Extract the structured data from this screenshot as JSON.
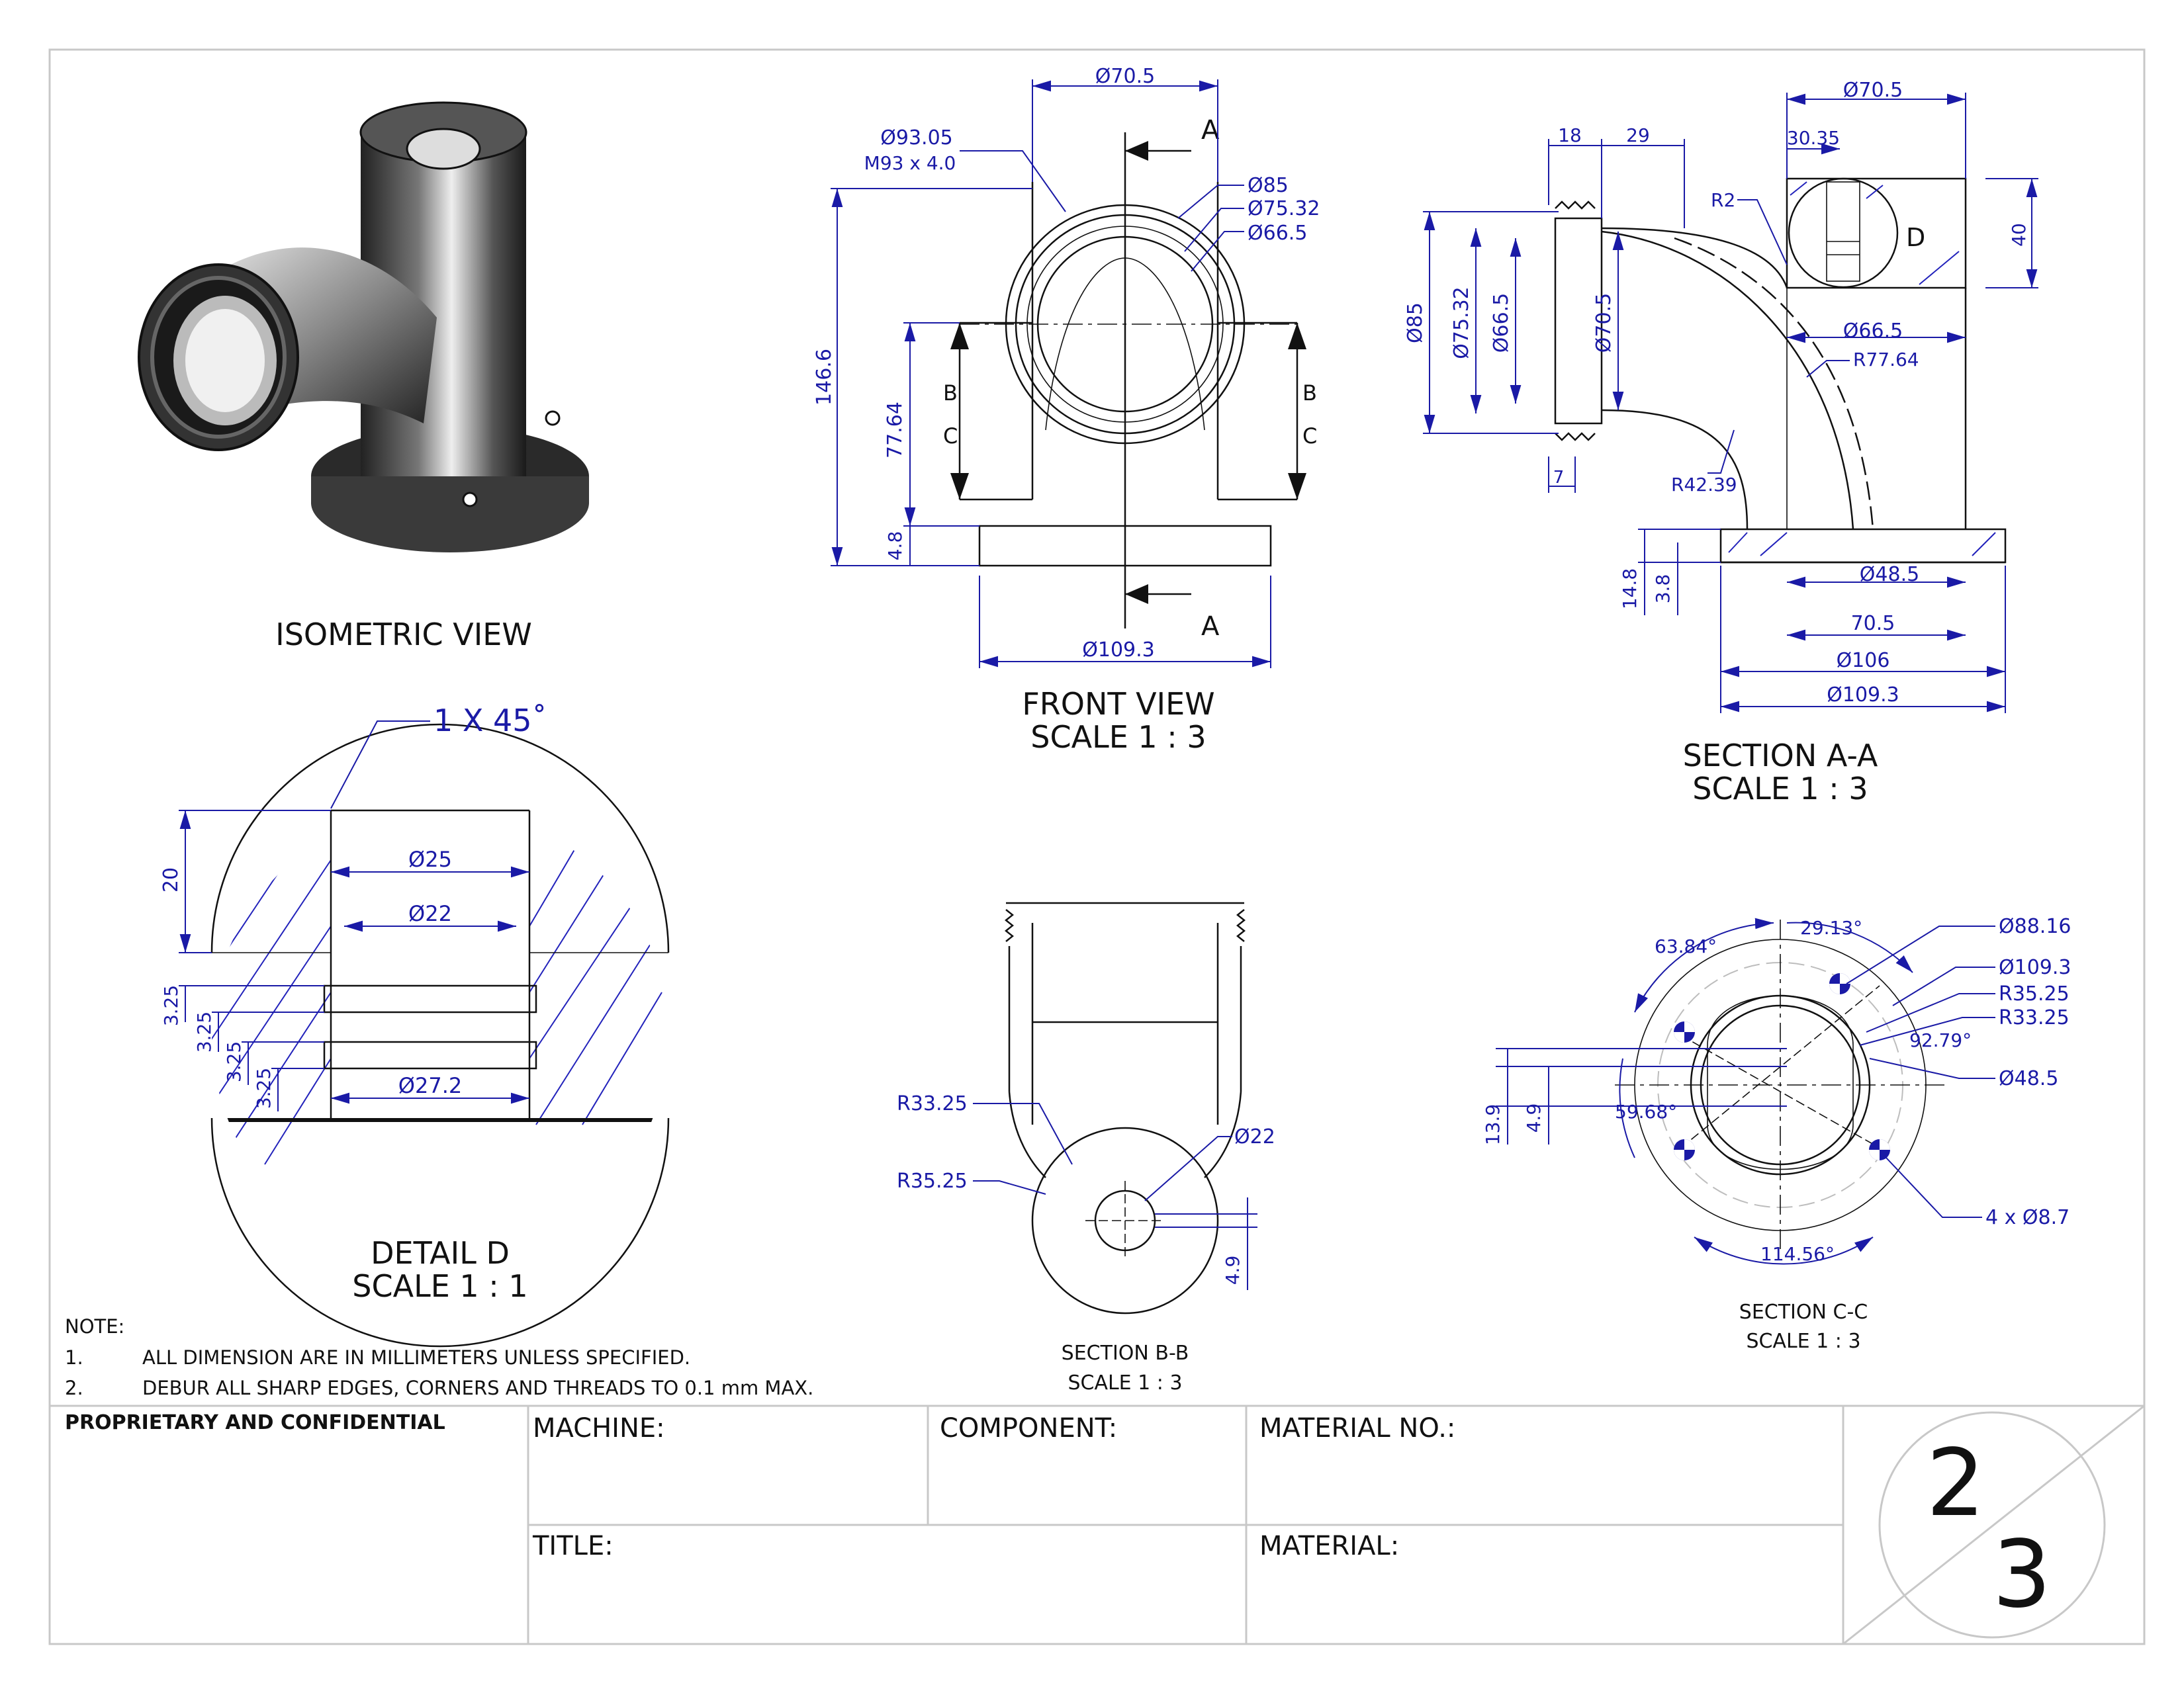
{
  "views": {
    "isometric": {
      "label": "ISOMETRIC VIEW"
    },
    "front": {
      "label": "FRONT VIEW",
      "scale": "SCALE 1 : 3"
    },
    "section_aa": {
      "label": "SECTION A-A",
      "scale": "SCALE 1 : 3"
    },
    "detail_d": {
      "label": "DETAIL D",
      "scale": "SCALE 1 : 1"
    },
    "section_bb": {
      "label": "SECTION B-B",
      "scale": "SCALE 1 : 3"
    },
    "section_cc": {
      "label": "SECTION C-C",
      "scale": "SCALE 1 : 3"
    }
  },
  "front_dims": {
    "top_dia": "Ø70.5",
    "thread_dia": "Ø93.05",
    "thread_spec": "M93 x 4.0",
    "d85": "Ø85",
    "d7532": "Ø75.32",
    "d665": "Ø66.5",
    "height": "146.6",
    "h7764": "77.64",
    "h48": "4.8",
    "base_dia": "Ø109.3",
    "cut_a": "A",
    "cut_b": "B",
    "cut_c": "C"
  },
  "section_aa_dims": {
    "top_dia": "Ø70.5",
    "d3035": "30.35",
    "r2": "R2",
    "h40": "40",
    "d18": "18",
    "d29": "29",
    "d85": "Ø85",
    "d7532": "Ø75.32",
    "d665": "Ø66.5",
    "d705": "Ø70.5",
    "inner_d665": "Ø66.5",
    "r7764": "R77.64",
    "d7": "7",
    "r4239": "R42.39",
    "h148": "14.8",
    "h38": "3.8",
    "d485": "Ø48.5",
    "d705b": "70.5",
    "d106": "Ø106",
    "d1093": "Ø109.3",
    "detail_mark": "D"
  },
  "detail_d_dims": {
    "chamfer": "1 X 45˚",
    "d25": "Ø25",
    "d22": "Ø22",
    "d272": "Ø27.2",
    "h20": "20",
    "h325": "3.25"
  },
  "section_bb_dims": {
    "r3325": "R33.25",
    "r3525": "R35.25",
    "d22": "Ø22",
    "h49": "4.9"
  },
  "section_cc_dims": {
    "a6384": "63.84°",
    "a2913": "29.13°",
    "d8816": "Ø88.16",
    "d1093": "Ø109.3",
    "r3525": "R35.25",
    "r3325": "R33.25",
    "a9279": "92.79°",
    "d485": "Ø48.5",
    "a5968": "59.68°",
    "h139": "13.9",
    "h49": "4.9",
    "holes": "4 x Ø8.7",
    "a11456": "114.56°"
  },
  "notes": {
    "heading": "NOTE:",
    "items": [
      {
        "num": "1.",
        "text": "ALL DIMENSION ARE IN MILLIMETERS UNLESS SPECIFIED."
      },
      {
        "num": "2.",
        "text": "DEBUR ALL SHARP EDGES, CORNERS AND THREADS TO 0.1 mm MAX."
      }
    ]
  },
  "title_block": {
    "proprietary": "PROPRIETARY AND CONFIDENTIAL",
    "machine": "MACHINE:",
    "component": "COMPONENT:",
    "material_no": "MATERIAL NO.:",
    "title": "TITLE:",
    "material": "MATERIAL:",
    "sheet_num": "2",
    "sheet_total": "3"
  }
}
